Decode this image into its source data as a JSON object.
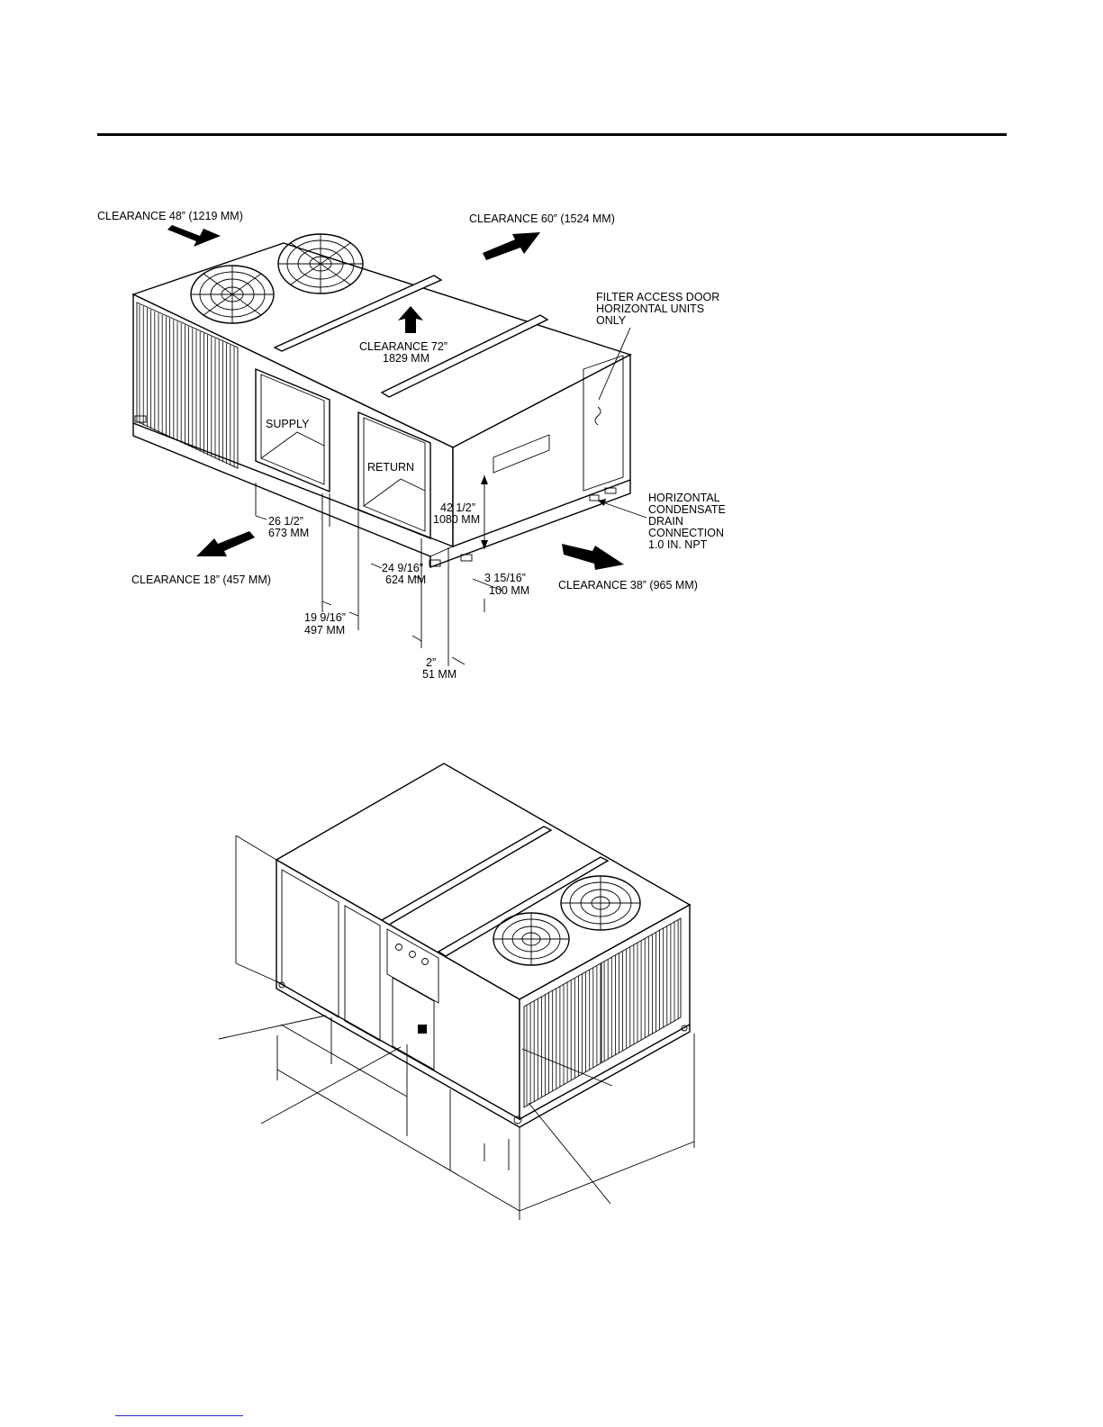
{
  "figure1": {
    "clearances": {
      "left_rear": "CLEARANCE 48” (1219 MM)",
      "right_rear": "CLEARANCE 60” (1524 MM)",
      "top": [
        "CLEARANCE 72”",
        "1829 MM"
      ],
      "left_front": "CLEARANCE 18” (457 MM)",
      "right_front": "CLEARANCE 38” (965 MM)"
    },
    "openings": {
      "supply": "SUPPLY",
      "return": "RETURN"
    },
    "filter_door": [
      "FILTER ACCESS DOOR",
      "HORIZONTAL UNITS",
      "ONLY"
    ],
    "drain": [
      "HORIZONTAL",
      "CONDENSATE",
      "DRAIN",
      "CONNECTION",
      "1.0 IN. NPT"
    ],
    "dimensions": {
      "d1": [
        "26 1/2”",
        "673 MM"
      ],
      "d2": [
        "42 1/2”",
        "1080 MM"
      ],
      "d3": [
        "24 9/16”",
        "624 MM"
      ],
      "d4": [
        "3 15/16”",
        "100 MM"
      ],
      "d5": [
        "19 9/16”",
        "497 MM"
      ],
      "d6": [
        "2”",
        "51 MM"
      ]
    }
  }
}
